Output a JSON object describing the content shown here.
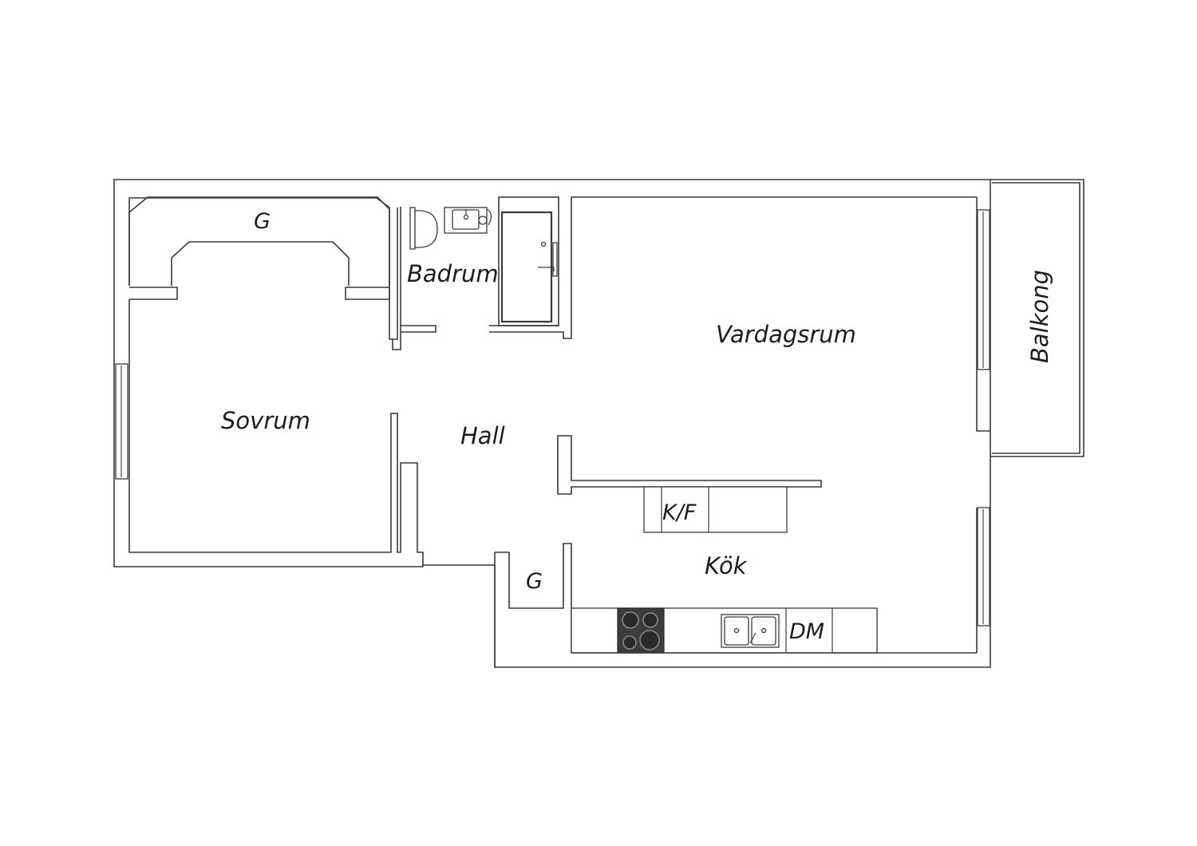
{
  "rooms": {
    "sovrum": "Sovrum",
    "badrum": "Badrum",
    "hall": "Hall",
    "vardagsrum": "Vardagsrum",
    "kok": "Kök",
    "balkong": "Balkong"
  },
  "storage": {
    "bedroom_wardrobe": "G",
    "kitchen_wardrobe": "G"
  },
  "appliances": {
    "fridge_freezer": "K/F",
    "dishwasher": "DM"
  },
  "colors": {
    "wall": "#3a3a3a",
    "background": "#ffffff",
    "hob": "#3c3c3c"
  }
}
